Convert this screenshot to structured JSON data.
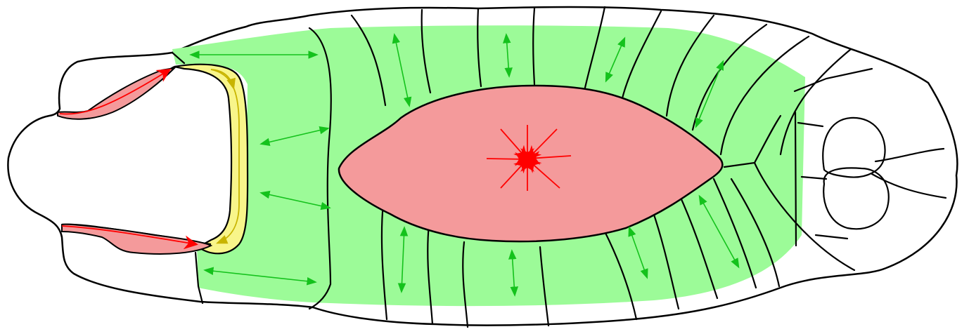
{
  "colors": {
    "outline": "#000000",
    "body_fill": "#ffffff",
    "stretching_region": "#9cfb98",
    "stretching_arrows": "#14c21c",
    "contracting_tissue": "#f49a9b",
    "contracting_arrows": "#ff0000",
    "leading_edge_band": "#f8f58a",
    "leading_edge_arrows": "#c8b400"
  },
  "regions": [
    {
      "name": "green-lateral-epidermis",
      "icon": "stretching-region",
      "arrows": "double-headed"
    },
    {
      "name": "red-amnioserosa",
      "icon": "contracting-oval",
      "arrows": "inward-star"
    },
    {
      "name": "red-head-pockets",
      "icon": "contracting-pocket",
      "arrows": "directional"
    },
    {
      "name": "yellow-leading-edge",
      "icon": "cable-band",
      "arrows": "directional"
    }
  ]
}
